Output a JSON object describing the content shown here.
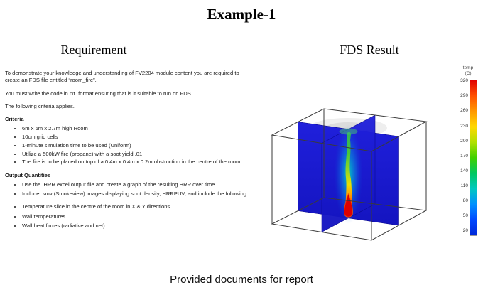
{
  "page": {
    "title": "Example-1",
    "footer": "Provided documents for report"
  },
  "requirement": {
    "heading": "Requirement",
    "para1": "To demonstrate your knowledge and understanding of FV2204 module content you are required to create an FDS file entitled “room_fire”.",
    "para2": "You must write the code in txt. format ensuring that is it suitable to run on FDS.",
    "para3": "The following criteria applies.",
    "criteria_heading": "Criteria",
    "criteria_items": [
      "6m x 6m x 2.7m high Room",
      "10cm grid cells",
      "1-minute simulation time to be used (Uniform)",
      "Utilize a 500kW fire (propane) with a soot yield .01",
      "The fire is to be placed on top of a 0.4m x 0.4m x 0.2m obstruction in the centre of the room."
    ],
    "output_heading": "Output Quantities",
    "output_items": [
      "Use the .HRR excel output file and create a graph of the resulting HRR over time.",
      "Include .smv (Smokeview) images displaying soot density, HRRPUV, and include the following:"
    ],
    "output_subitems": [
      "Temperature slice in the centre of the room in X & Y directions",
      "Wall temperatures",
      "Wall heat fluxes (radiative and net)"
    ]
  },
  "fds": {
    "heading": "FDS Result",
    "colorbar": {
      "label_line1": "temp",
      "label_line2": "(C)",
      "ticks": [
        320,
        290,
        260,
        230,
        200,
        170,
        140,
        110,
        80,
        50,
        20
      ]
    }
  }
}
